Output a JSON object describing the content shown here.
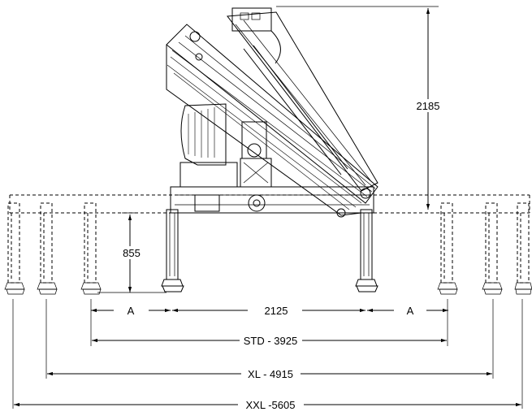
{
  "dimensions": {
    "height_total": "2185",
    "leg_height": "855",
    "base_span": "2125",
    "extension_left": "A",
    "extension_right": "A",
    "std_span": "STD - 3925",
    "xl_span": "XL - 4915",
    "xxl_span": "XXL -5605"
  }
}
